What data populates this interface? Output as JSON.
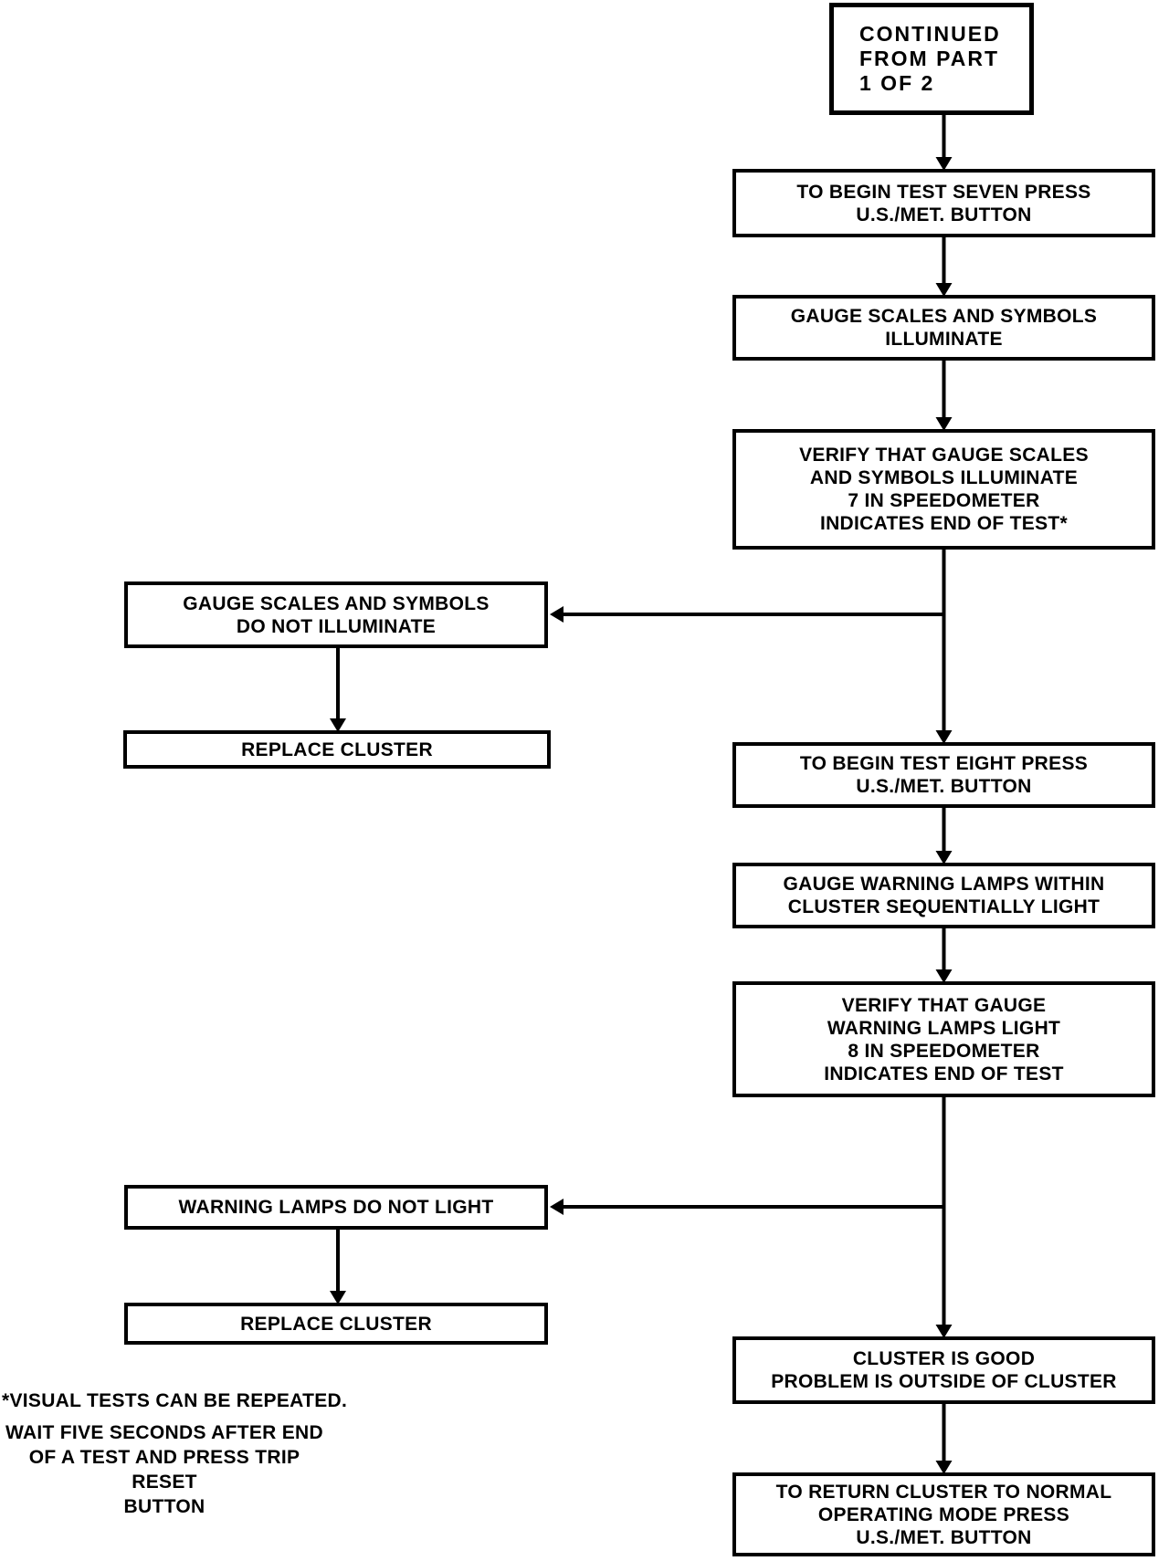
{
  "page": {
    "background_color": "#ffffff",
    "ink_color": "#000000",
    "description": "Instrument cluster self-diagnostic test flowchart, part 2 of 2"
  },
  "diagram": {
    "continued_box": {
      "text": "CONTINUED\nFROM PART\n1 OF 2"
    },
    "main_column": [
      {
        "text": "TO BEGIN TEST SEVEN PRESS\nU.S./MET. BUTTON"
      },
      {
        "text": "GAUGE SCALES AND SYMBOLS\nILLUMINATE"
      },
      {
        "text": "VERIFY THAT GAUGE SCALES\nAND SYMBOLS ILLUMINATE\n7 IN SPEEDOMETER\nINDICATES END OF TEST*"
      },
      {
        "text": "TO BEGIN TEST EIGHT PRESS\nU.S./MET. BUTTON"
      },
      {
        "text": "GAUGE WARNING LAMPS WITHIN\nCLUSTER SEQUENTIALLY LIGHT"
      },
      {
        "text": "VERIFY THAT GAUGE\nWARNING LAMPS LIGHT\n8 IN SPEEDOMETER\nINDICATES END OF TEST"
      },
      {
        "text": "CLUSTER IS GOOD\nPROBLEM IS OUTSIDE OF CLUSTER"
      },
      {
        "text": "TO RETURN CLUSTER TO NORMAL\nOPERATING MODE PRESS\nU.S./MET. BUTTON"
      }
    ],
    "failure_branches": [
      {
        "condition": "GAUGE SCALES AND SYMBOLS\nDO NOT ILLUMINATE",
        "action": "REPLACE CLUSTER"
      },
      {
        "condition": "WARNING LAMPS DO NOT LIGHT",
        "action": "REPLACE CLUSTER"
      }
    ],
    "footnotes": {
      "visual_tests": "*VISUAL TESTS CAN BE REPEATED.",
      "wait_note": "WAIT FIVE SECONDS AFTER END\nOF A TEST AND PRESS TRIP RESET\nBUTTON"
    }
  }
}
